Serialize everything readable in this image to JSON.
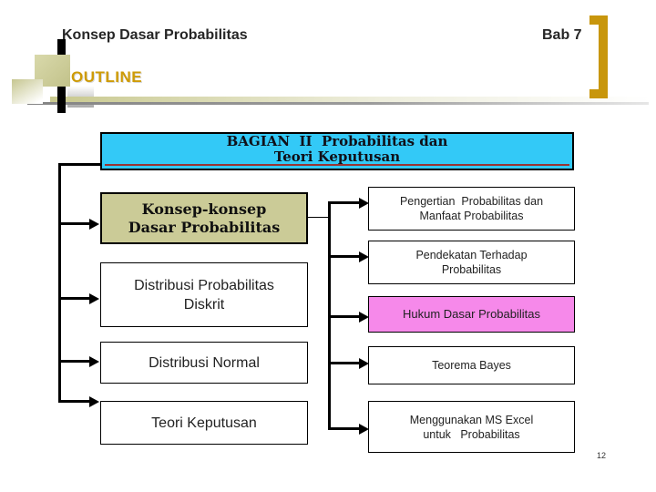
{
  "slide": {
    "title": "Konsep Dasar Probabilitas",
    "chapter": "Bab 7",
    "section_heading": "OUTLINE",
    "page_number": "12"
  },
  "diagram": {
    "header": {
      "lines": [
        "BAGIAN  II  Probabilitas dan",
        "Teori Keputusan"
      ]
    },
    "left_nodes": [
      {
        "id": "konsep-dasar",
        "lines": [
          "Konsep-konsep",
          "Dasar Probabilitas"
        ],
        "emphasis": "khaki"
      },
      {
        "id": "distribusi-diskrit",
        "lines": [
          "Distribusi Probabilitas",
          "Diskrit"
        ]
      },
      {
        "id": "distribusi-normal",
        "lines": [
          "Distribusi Normal"
        ]
      },
      {
        "id": "teori-keputusan",
        "lines": [
          "Teori Keputusan"
        ]
      }
    ],
    "right_nodes": [
      {
        "id": "pengertian",
        "lines": [
          "Pengertian  Probabilitas dan",
          "Manfaat Probabilitas"
        ]
      },
      {
        "id": "pendekatan",
        "lines": [
          "Pendekatan Terhadap",
          "Probabilitas"
        ]
      },
      {
        "id": "hukum-dasar",
        "lines": [
          "Hukum Dasar Probabilitas"
        ],
        "highlight": "pink"
      },
      {
        "id": "teorema-bayes",
        "lines": [
          "Teorema Bayes"
        ]
      },
      {
        "id": "ms-excel",
        "lines": [
          "Menggunakan MS Excel",
          "untuk   Probabilitas"
        ]
      }
    ]
  },
  "colors": {
    "header_cyan": "#33C9F7",
    "emphasis_khaki": "#CBCB97",
    "highlight_pink": "#F689EA",
    "accent_gold": "#C8960C",
    "header_underline_red": "#993333"
  }
}
